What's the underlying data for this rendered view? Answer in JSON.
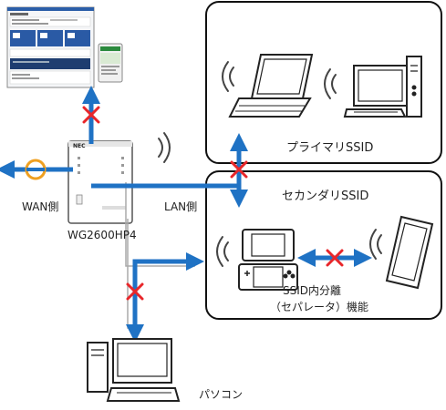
{
  "labels": {
    "primary_ssid": "プライマリSSID",
    "secondary_ssid": "セカンダリSSID",
    "wan_side": "WAN側",
    "lan_side": "LAN側",
    "router_model": "WG2600HP4",
    "separator_line1": "SSID内分離",
    "separator_line2": "（セパレータ）機能",
    "pc": "パソコン"
  },
  "router_brand": "NEC",
  "colors": {
    "link_blue": "#1f72c4",
    "block_red": "#e8262a",
    "wan_circle": "#f0a020",
    "box_border": "#111111"
  }
}
